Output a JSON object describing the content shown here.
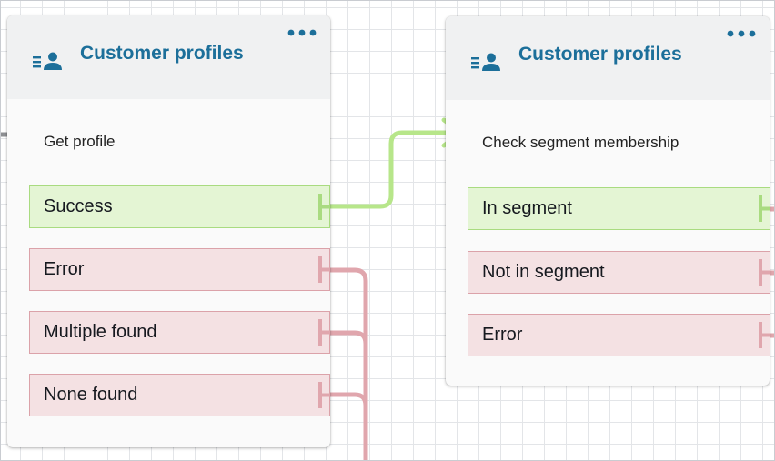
{
  "canvas": {
    "node_color_success": "#a9db80",
    "node_color_error": "#dba2a9",
    "title_color": "#1c6f9a",
    "connector_color": "#b7e68a"
  },
  "blocks": [
    {
      "title": "Customer profiles",
      "icon": "customer-profile-icon",
      "menu_icon": "more-options-icon",
      "action": "Get profile",
      "branches": [
        {
          "label": "Success",
          "status": "success"
        },
        {
          "label": "Error",
          "status": "error"
        },
        {
          "label": "Multiple found",
          "status": "error"
        },
        {
          "label": "None found",
          "status": "error"
        }
      ]
    },
    {
      "title": "Customer profiles",
      "icon": "customer-profile-icon",
      "menu_icon": "more-options-icon",
      "action": "Check segment membership",
      "branches": [
        {
          "label": "In segment",
          "status": "success"
        },
        {
          "label": "Not in segment",
          "status": "error"
        },
        {
          "label": "Error",
          "status": "error"
        }
      ]
    }
  ]
}
